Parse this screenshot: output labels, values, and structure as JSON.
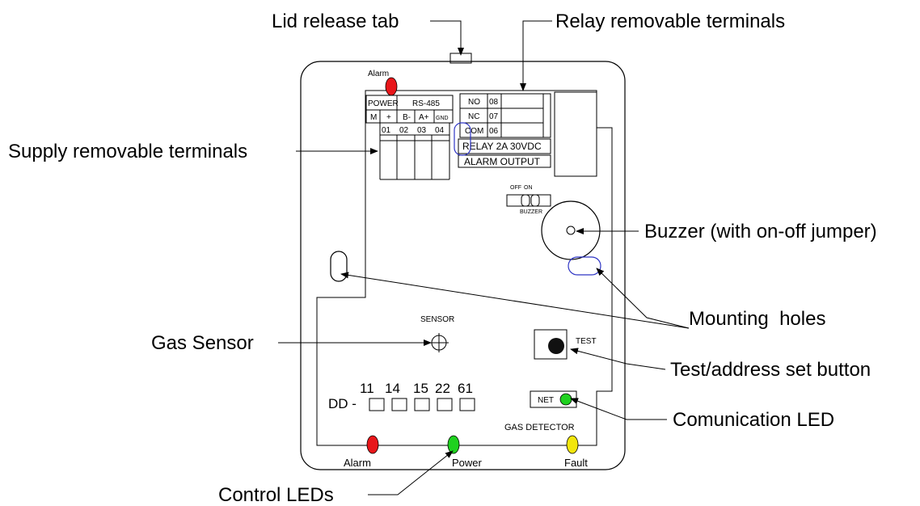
{
  "callouts": {
    "lid_release_tab": "Lid release tab",
    "relay_terminals": "Relay removable terminals",
    "supply_terminals": "Supply removable terminals",
    "buzzer": "Buzzer (with on-off jumper)",
    "mounting_holes": "Mounting  holes",
    "gas_sensor": "Gas Sensor",
    "test_button": "Test/address set button",
    "communication_led": "Comunication LED",
    "control_leds": "Control LEDs"
  },
  "board": {
    "alarm_top_label": "Alarm",
    "supply_table": {
      "power": "POWER",
      "rs485": "RS-485",
      "pins": [
        "M",
        "+",
        "B-",
        "A+",
        "GND"
      ],
      "numbers": [
        "01",
        "02",
        "03",
        "04"
      ]
    },
    "relay_table": {
      "rows": [
        {
          "label": "NO",
          "num": "08"
        },
        {
          "label": "NC",
          "num": "07"
        },
        {
          "label": "COM",
          "num": "06"
        }
      ],
      "rating": "RELAY 2A 30VDC",
      "output": "ALARM OUTPUT"
    },
    "jumper": {
      "off": "OFF",
      "on": "ON",
      "label": "BUZZER"
    },
    "sensor_label": "SENSOR",
    "test_label": "TEST",
    "net_label": "NET",
    "gas_detector_label": "GAS DETECTOR",
    "address": {
      "prefix": "DD -",
      "codes": [
        "11",
        "14",
        "15",
        "22",
        "61"
      ]
    },
    "leds": {
      "alarm": "Alarm",
      "power": "Power",
      "fault": "Fault"
    }
  },
  "colors": {
    "alarm_led": "#e8161a",
    "power_led": "#1fd11f",
    "fault_led": "#f2e60c",
    "net_led": "#1fd11f",
    "hole_outline": "#2e35c4"
  }
}
